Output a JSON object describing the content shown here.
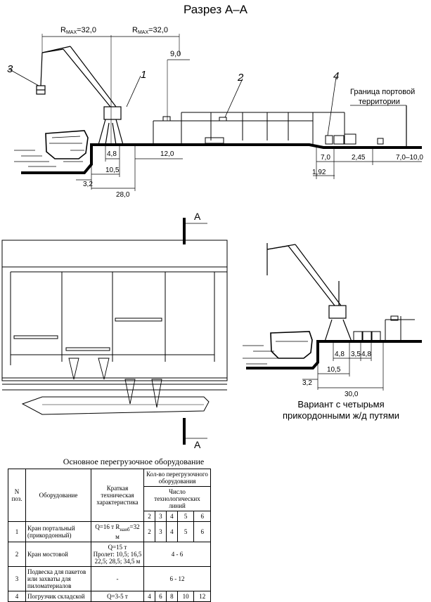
{
  "title": "Разрез А–А",
  "section": {
    "radius_left": "R",
    "radius_left_sub": "MAX",
    "radius_left_val": "=32,0",
    "radius_right": "R",
    "radius_right_sub": "MAX",
    "radius_right_val": "=32,0",
    "callouts": [
      "1",
      "2",
      "3",
      "4"
    ],
    "boundary_label_line1": "Граница портовой",
    "boundary_label_line2": "территории",
    "dims": {
      "d9": "9,0",
      "d48": "4,8",
      "d12": "12,0",
      "d105": "10,5",
      "d32": "3,2",
      "d28": "28,0",
      "d7": "7,0",
      "d245": "2,45",
      "d7_10": "7,0–10,0",
      "d192": "1,92"
    }
  },
  "plan": {
    "marker_top": "A",
    "marker_bottom": "A"
  },
  "variant": {
    "dims": {
      "d48a": "4,8",
      "d35": "3,5",
      "d48b": "4,8",
      "d105": "10,5",
      "d32": "3,2",
      "d30": "30,0"
    },
    "caption_line1": "Вариант с четырьмя",
    "caption_line2": "прикордонными ж/д путями"
  },
  "table": {
    "title": "Основное перегрузочное оборудование",
    "h_n": "N поз.",
    "h_equipment": "Оборудование",
    "h_spec": "Краткая техническая характеристика",
    "h_count": "Кол-во перегрузочного оборудования",
    "h_lines": "Число технологических линий",
    "line_counts": [
      "2",
      "3",
      "4",
      "5",
      "6"
    ],
    "rows": [
      {
        "n": "1",
        "name": "Кран портальный (прикордонный)",
        "spec": "Q=16 т R",
        "spec_sub": "наиб",
        "spec_tail": "=32 м",
        "vals": [
          "2",
          "3",
          "4",
          "5",
          "6"
        ]
      },
      {
        "n": "2",
        "name": "Кран мостовой",
        "spec": "Q=15 т",
        "spec2": "Пролет: 10,5; 16,5 22,5; 28,5; 34,5 м",
        "span": "4 - 6"
      },
      {
        "n": "3",
        "name": "Подвеска для пакетов или захваты для пиломатериалов",
        "spec": "-",
        "span": "6 - 12"
      },
      {
        "n": "4",
        "name": "Погрузчик складской",
        "spec": "Q=3-5 т",
        "vals": [
          "4",
          "6",
          "8",
          "10",
          "12"
        ]
      }
    ]
  }
}
